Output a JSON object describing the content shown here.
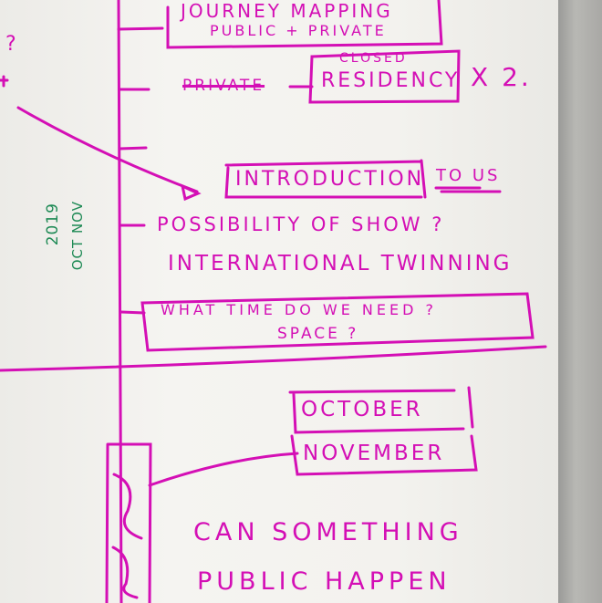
{
  "colors": {
    "ink": "#d40fb5",
    "green_ink": "#1e8a55",
    "paper": "#f3f2ee"
  },
  "notes": {
    "journey_line1": "JOURNEY MAPPING",
    "journey_line2": "PUBLIC + PRIVATE",
    "crossed_word": "PRIVATE",
    "closed": "CLOSED",
    "residency": "RESIDENCY",
    "x2": "X 2.",
    "introduction": "INTRODUCTION",
    "to_us": "TO US",
    "possibility": "POSSIBILITY OF SHOW ?",
    "international": "INTERNATIONAL TWINNING",
    "what_time": "WHAT TIME DO WE NEED ?",
    "space": "SPACE ?",
    "october": "OCTOBER",
    "november": "NOVEMBER",
    "can_something": "CAN SOMETHING",
    "public_happen": "PUBLIC HAPPEN",
    "question_left": "?"
  },
  "green_notes": {
    "oct_nov": "OCT NOV",
    "year": "2019"
  }
}
